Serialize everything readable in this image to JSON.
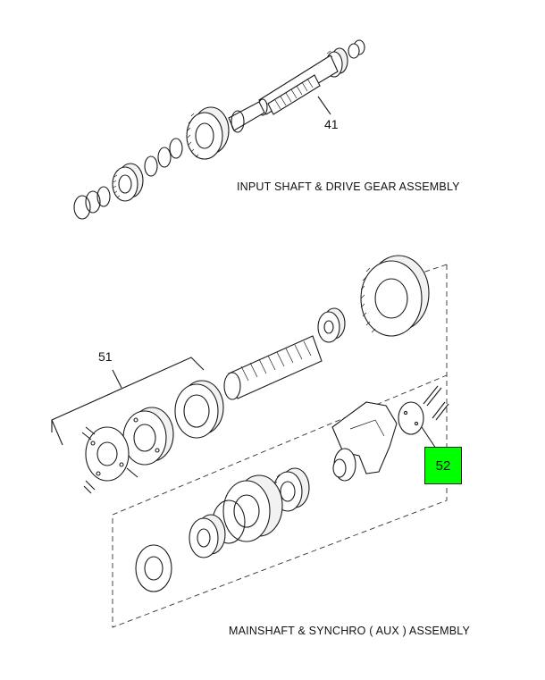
{
  "captions": {
    "input_assembly": "INPUT SHAFT & DRIVE GEAR ASSEMBLY",
    "mainshaft_assembly": "MAINSHAFT & SYNCHRO ( AUX ) ASSEMBLY"
  },
  "callouts": {
    "input_shaft": "41",
    "synchro_group": "51",
    "cover_plate": "52"
  },
  "colors": {
    "highlight": "#00ff00",
    "line": "#1a1a1a"
  }
}
